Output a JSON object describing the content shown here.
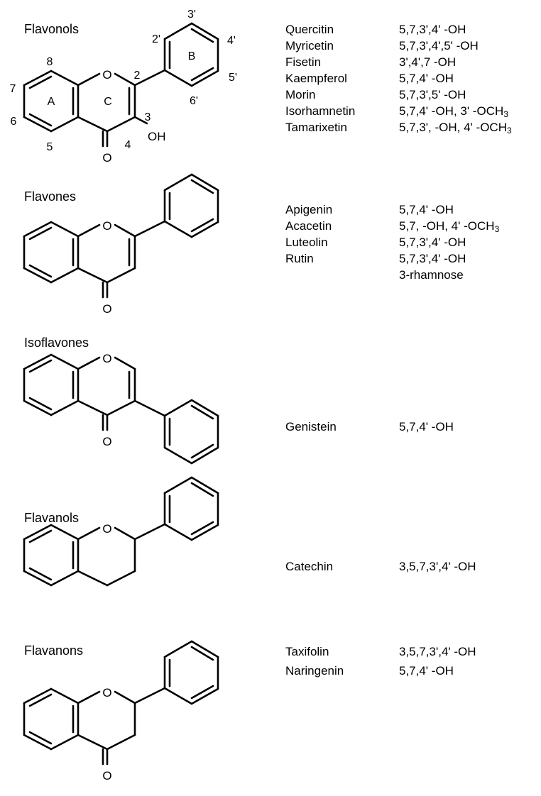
{
  "figure": {
    "numbering": {
      "ring_A": "A",
      "ring_B": "B",
      "ring_C": "C",
      "oxygen": "O",
      "carbonyl_oxygen": "O",
      "hydroxyl": "OH",
      "positions": [
        "2",
        "3",
        "4",
        "5",
        "6",
        "7",
        "8",
        "2'",
        "3'",
        "4'",
        "5'",
        "6'"
      ]
    },
    "groups": [
      {
        "class_name": "Flavonols",
        "compounds": [
          {
            "name": "Quercitin",
            "substituents": "5,7,3',4' -OH"
          },
          {
            "name": "Myricetin",
            "substituents": "5,7,3',4',5' -OH"
          },
          {
            "name": "Fisetin",
            "substituents": "3',4',7 -OH"
          },
          {
            "name": "Kaempferol",
            "substituents": "5,7,4' -OH"
          },
          {
            "name": "Morin",
            "substituents": "5,7,3',5' -OH"
          },
          {
            "name": "Isorhamnetin",
            "substituents": "5,7,4' -OH, 3' -OCH₃"
          },
          {
            "name": "Tamarixetin",
            "substituents": "5,7,3', -OH, 4' -OCH₃"
          }
        ]
      },
      {
        "class_name": "Flavones",
        "compounds": [
          {
            "name": "Apigenin",
            "substituents": "5,7,4' -OH"
          },
          {
            "name": "Acacetin",
            "substituents": "5,7, -OH, 4' -OCH₃"
          },
          {
            "name": "Luteolin",
            "substituents": "5,7,3',4' -OH"
          },
          {
            "name": "Rutin",
            "substituents": "5,7,3',4' -OH"
          },
          {
            "name": "",
            "substituents": "3-rhamnose"
          }
        ]
      },
      {
        "class_name": "Isoflavones",
        "compounds": [
          {
            "name": "Genistein",
            "substituents": "5,7,4' -OH"
          }
        ]
      },
      {
        "class_name": "Flavanols",
        "compounds": [
          {
            "name": "Catechin",
            "substituents": "3,5,7,3',4' -OH"
          }
        ]
      },
      {
        "class_name": "Flavanons",
        "compounds": [
          {
            "name": "Taxifolin",
            "substituents": "3,5,7,3',4' -OH"
          },
          {
            "name": "Naringenin",
            "substituents": "5,7,4' -OH"
          }
        ]
      }
    ]
  }
}
